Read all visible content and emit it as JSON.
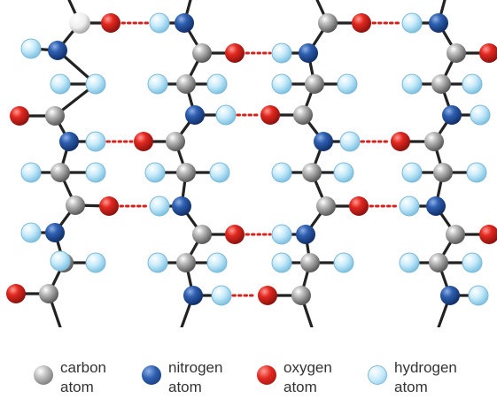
{
  "colors": {
    "carbon": "#8c8c8c",
    "nitrogen": "#1f4e96",
    "oxygen": "#d6221d",
    "hydrogen": "#b5e1f5",
    "bond": "#222222",
    "hydrogen_bond": "#d6221d"
  },
  "legend": [
    {
      "key": "carbon",
      "label": "carbon\natom"
    },
    {
      "key": "nitrogen",
      "label": "nitrogen\natom"
    },
    {
      "key": "oxygen",
      "label": "oxygen\natom"
    },
    {
      "key": "hydrogen",
      "label": "hydrogen\natom"
    }
  ]
}
